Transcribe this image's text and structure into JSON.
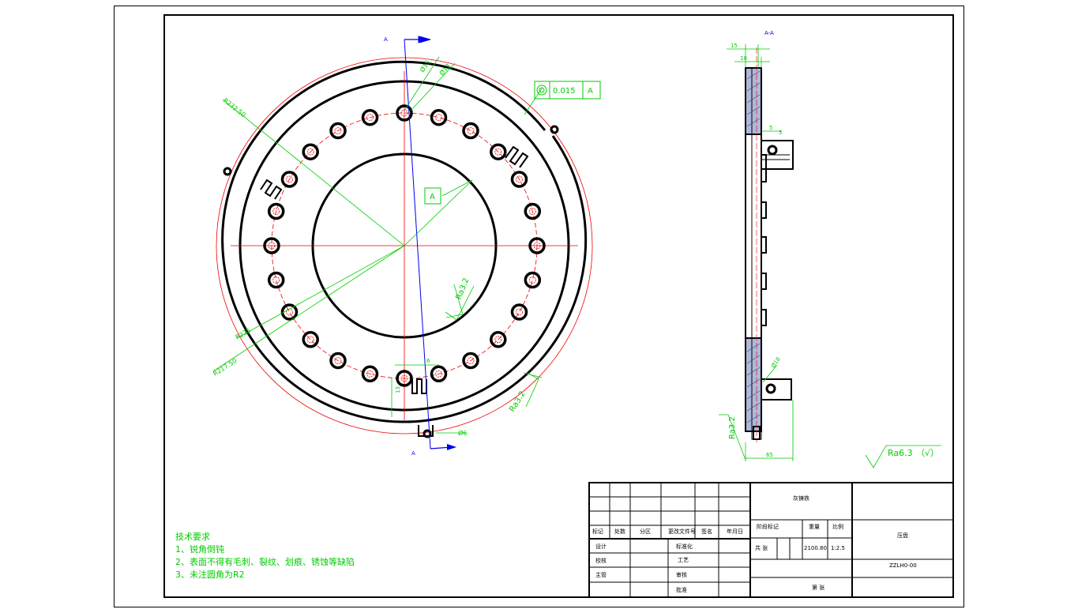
{
  "drawing": {
    "section_marker": "A",
    "section_view_title": "A-A",
    "datum_label": "A",
    "geometric_tolerance": {
      "value": "0.015",
      "datum": "A"
    },
    "dimensions": {
      "outer_radius": "R232.50",
      "pitch_radius": "R217.50",
      "inner_radius": "R225",
      "hole_dia_1": "Ø15",
      "hole_dia_2": "Ø13",
      "small_hole_dia": "Ø6",
      "slot_width": "6",
      "slot_depth": "13",
      "side_15": "15",
      "side_10": "10",
      "side_5a": "5",
      "side_5b": "5",
      "side_65": "65",
      "side_dia_18": "Ø18"
    },
    "roughness": {
      "face": "Ra3.2",
      "bore": "Ra3.2",
      "side": "Ra3.2",
      "general": "Ra6.3",
      "general_suffix": "（√）"
    }
  },
  "notes": {
    "title": "技术要求",
    "items": [
      "1、锐角倒钝",
      "2、表面不得有毛刺、裂纹、划痕、锈蚀等缺陷",
      "3、未注圆角为R2"
    ]
  },
  "title_block": {
    "material": "灰铸铁",
    "part_name": "压盘",
    "drawing_no": "ZZLH0-00",
    "mark_col": "标记",
    "count_col": "处数",
    "zone_col": "分区",
    "change_doc_col": "更改文件号",
    "sign_col": "签名",
    "date_col": "年月日",
    "stage_mark": "阶段标记",
    "weight": "重量",
    "scale": "比例",
    "weight_value": "2100.80",
    "scale_value": "1:2.5",
    "design": "设计",
    "standard": "标准化",
    "check": "校核",
    "process": "工艺",
    "supervise": "主管",
    "review": "审核",
    "approve": "批准",
    "sheet_info": "共 张",
    "sheet_of": "第 张"
  }
}
